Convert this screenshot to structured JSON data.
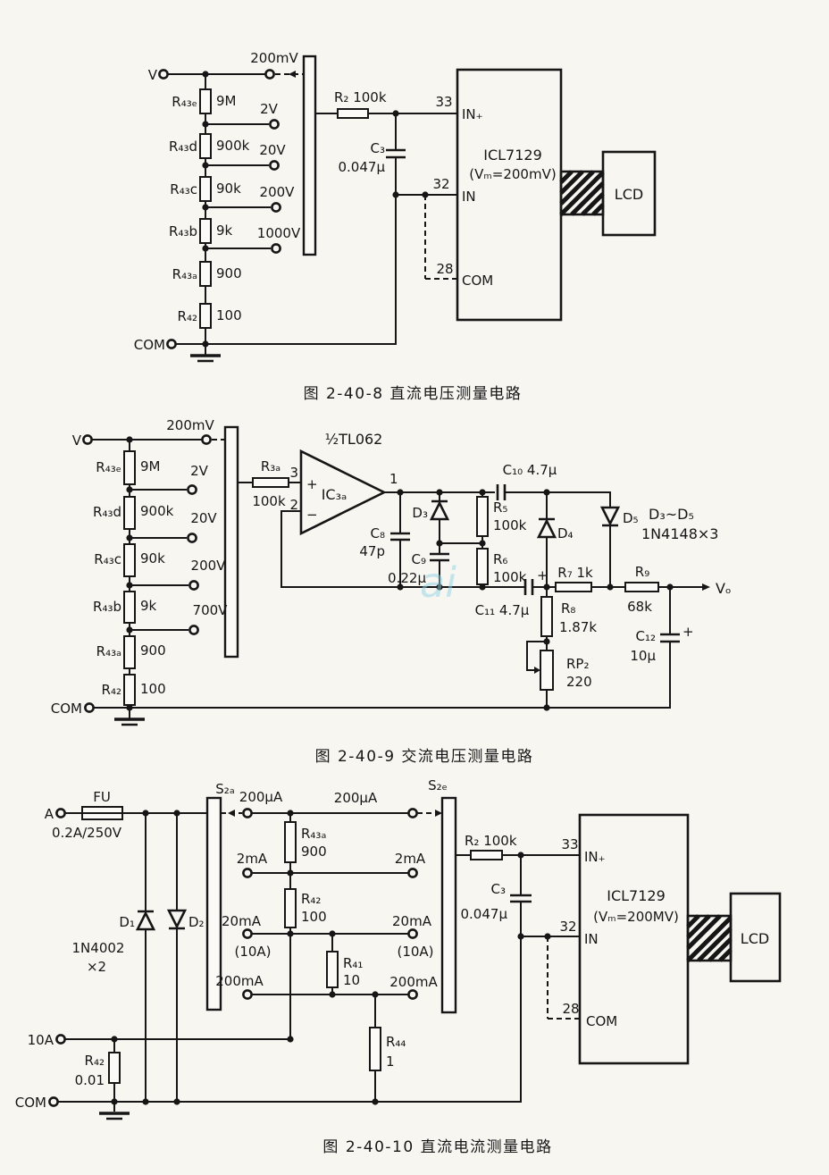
{
  "watermark": "ai",
  "f1": {
    "caption": "图 2-40-8  直流电压测量电路",
    "v": "V",
    "com": "COM",
    "taps": [
      "200mV",
      "2V",
      "20V",
      "200V",
      "1000V"
    ],
    "res": [
      {
        "n": "R₄₃ₑ",
        "v": "9M"
      },
      {
        "n": "R₄₃d",
        "v": "900k"
      },
      {
        "n": "R₄₃c",
        "v": "90k"
      },
      {
        "n": "R₄₃b",
        "v": "9k"
      },
      {
        "n": "R₄₃ₐ",
        "v": "900"
      },
      {
        "n": "R₄₂",
        "v": "100"
      }
    ],
    "r2": "R₂ 100k",
    "c3n": "C₃",
    "c3v": "0.047μ",
    "pin33": "33",
    "pin32": "32",
    "pin28": "28",
    "inp": "IN₊",
    "inn": "IN",
    "comp": "COM",
    "ic1": "ICL7129",
    "ic2": "(Vₘ=200mV)",
    "lcd": "LCD"
  },
  "f2": {
    "caption": "图 2-40-9  交流电压测量电路",
    "v": "V",
    "com": "COM",
    "taps": [
      "200mV",
      "2V",
      "20V",
      "200V",
      "700V"
    ],
    "res": [
      {
        "n": "R₄₃ₑ",
        "v": "9M"
      },
      {
        "n": "R₄₃d",
        "v": "900k"
      },
      {
        "n": "R₄₃c",
        "v": "90k"
      },
      {
        "n": "R₄₃b",
        "v": "9k"
      },
      {
        "n": "R₄₃ₐ",
        "v": "900"
      },
      {
        "n": "R₄₂",
        "v": "100"
      }
    ],
    "r3an": "R₃ₐ",
    "r3av": "100k",
    "amp_title": "½TL062",
    "amp_name": "IC₃ₐ",
    "pin3": "3",
    "pin2": "2",
    "pin1": "1",
    "plus": "+",
    "minus": "−",
    "c8n": "C₈",
    "c8v": "47p",
    "d3": "D₃",
    "d4": "D₄",
    "d5": "D₅",
    "c9n": "C₉",
    "c9v": "0.22μ",
    "r5n": "R₅",
    "r5v": "100k",
    "r6n": "R₆",
    "r6v": "100k",
    "c10": "C₁₀ 4.7μ",
    "note1": "D₃~D₅",
    "note2": "1N4148×3",
    "r7": "R₇ 1k",
    "r9n": "R₉",
    "r9v": "68k",
    "c11": "C₁₁ 4.7μ",
    "c11p": "+",
    "r8n": "R₈",
    "r8v": "1.87k",
    "rp2n": "RP₂",
    "rp2v": "220",
    "c12n": "C₁₂",
    "c12v": "10μ",
    "c12p": "+",
    "vo": "Vₒ"
  },
  "f3": {
    "caption": "图 2-40-10  直流电流测量电路",
    "a": "A",
    "com": "COM",
    "t10a": "10A",
    "fu": "FU",
    "fuv": "0.2A/250V",
    "d1": "D₁",
    "d2": "D₂",
    "dnote1": "1N4002",
    "dnote2": "×2",
    "s2a": "S₂ₐ",
    "s2e": "S₂ₑ",
    "lt": [
      "200μA",
      "2mA",
      "20mA",
      "(10A)",
      "200mA"
    ],
    "rt": [
      "200μA",
      "2mA",
      "20mA",
      "(10A)",
      "200mA"
    ],
    "r43an": "R₄₃ₐ",
    "r43av": "900",
    "r42n": "R₄₂",
    "r42v": "100",
    "r41n": "R₄₁",
    "r41v": "10",
    "r44n": "R₄₄",
    "r44v": "1",
    "shn": "R₄₂",
    "shv": "0.01",
    "r2": "R₂ 100k",
    "c3n": "C₃",
    "c3v": "0.047μ",
    "pin33": "33",
    "pin32": "32",
    "pin28": "28",
    "inp": "IN₊",
    "inn": "IN",
    "comp": "COM",
    "ic1": "ICL7129",
    "ic2": "(Vₘ=200MV)",
    "lcd": "LCD"
  }
}
